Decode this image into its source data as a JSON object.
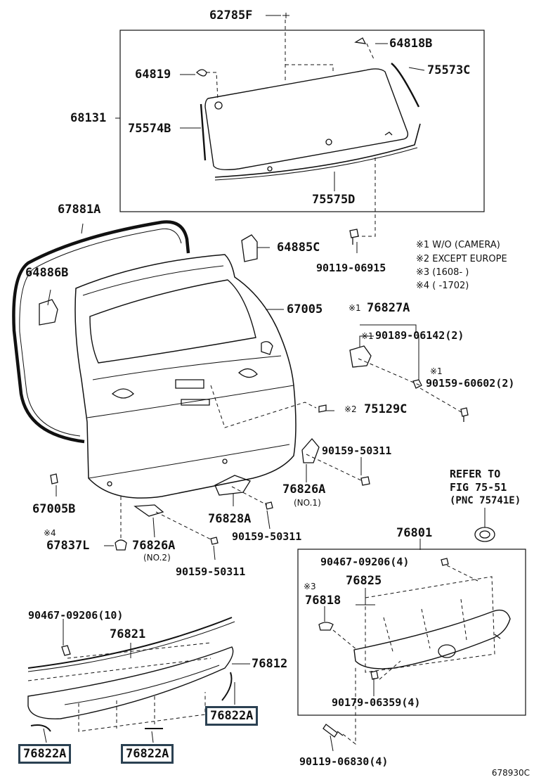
{
  "notes": {
    "n1": "※1 W/O (CAMERA)",
    "n2": "※2 EXCEPT EUROPE",
    "n3": "※3 (1608-      )",
    "n4": "※4 (      -1702)"
  },
  "refer": {
    "line1": "REFER TO",
    "line2": "FIG 75-51",
    "line3": "(PNC 75741E)"
  },
  "parts": {
    "p62785F": "62785F",
    "p64818B": "64818B",
    "p64819": "64819",
    "p75573C": "75573C",
    "p68131": "68131",
    "p75574B": "75574B",
    "p75575D": "75575D",
    "p67881A": "67881A",
    "p64885C": "64885C",
    "p90119_06915": "90119-06915",
    "p64886B": "64886B",
    "p67005": "67005",
    "p76827A": "76827A",
    "p90189_06142": "90189-06142(2)",
    "p90159_60602": "90159-60602(2)",
    "p75129C": "75129C",
    "p90159_50311a": "90159-50311",
    "p76826A_1": "76826A",
    "no1": "(NO.1)",
    "p67005B": "67005B",
    "p76828A": "76828A",
    "p90159_50311b": "90159-50311",
    "p67837L": "67837L",
    "p76826A_2": "76826A",
    "no2": "(NO.2)",
    "p90159_50311c": "90159-50311",
    "p76801": "76801",
    "p90467_09206_4": "90467-09206(4)",
    "p76825": "76825",
    "p76818": "76818",
    "p90467_09206_10": "90467-09206(10)",
    "p76821": "76821",
    "p76812": "76812",
    "p76822A_a": "76822A",
    "p76822A_b": "76822A",
    "p76822A_c": "76822A",
    "p90179_06359": "90179-06359(4)",
    "p90119_06830": "90119-06830(4)"
  },
  "marks": {
    "k1a": "※1",
    "k1b": "※1",
    "k1c": "※1",
    "k2": "※2",
    "k3": "※3",
    "k4": "※4"
  },
  "figure_id": "678930C",
  "colors": {
    "line": "#111111",
    "highlight_border": "#2b4152"
  }
}
